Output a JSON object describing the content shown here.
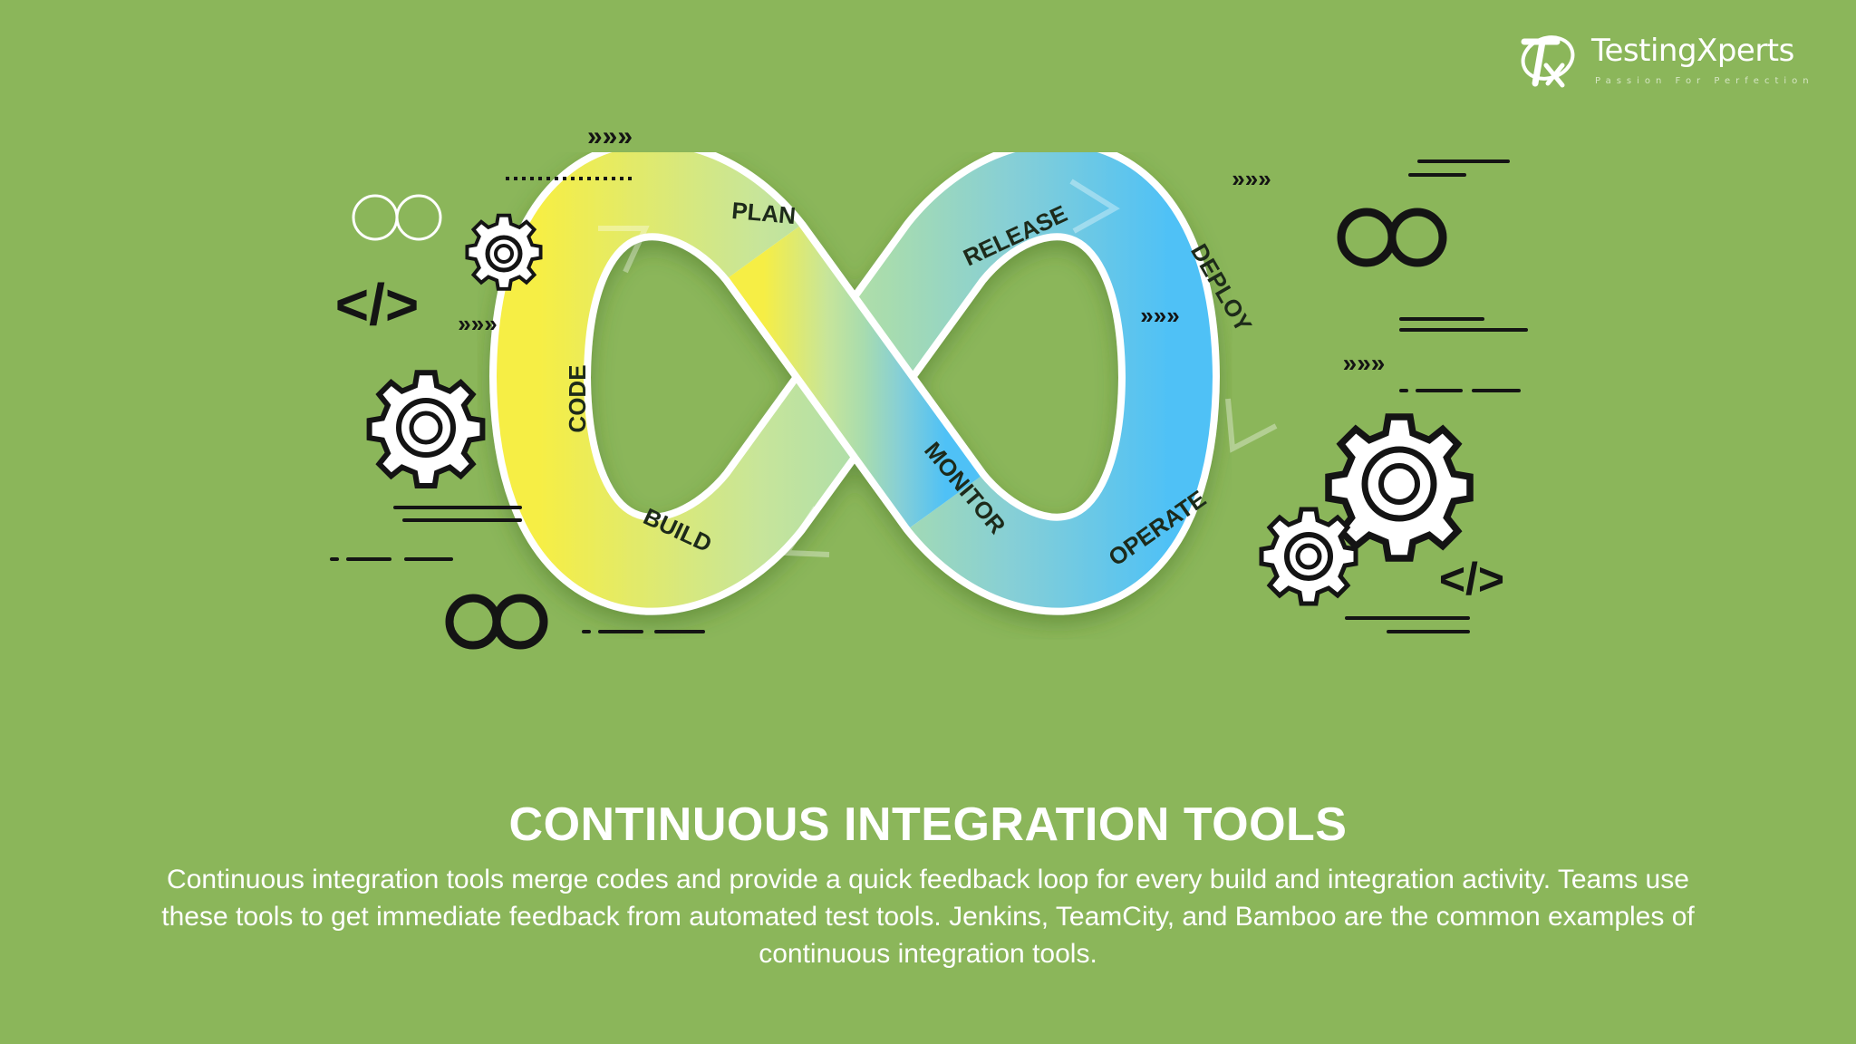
{
  "brand": {
    "name": "TestingXperts",
    "tagline": "Passion For Perfection",
    "monogram": "TX"
  },
  "diagram": {
    "stages": {
      "plan": "PLAN",
      "code": "CODE",
      "build": "BUILD",
      "monitor": "MONITOR",
      "release": "RELEASE",
      "deploy": "DEPLOY",
      "operate": "OPERATE"
    },
    "code_glyph": "</>",
    "chevrons": "»»»",
    "colors": {
      "background": "#8bb65a",
      "yellow": "#f3ec4a",
      "green": "#a9d98c",
      "teal": "#8ed4c8",
      "blue": "#52c2f5"
    },
    "icons": [
      "gear-icon",
      "infinity-icon",
      "code-brackets-icon",
      "chevron-arrows-icon"
    ]
  },
  "content": {
    "title": "CONTINUOUS INTEGRATION TOOLS",
    "description": "Continuous integration tools merge codes and provide a quick feedback loop for every build and integration activity. Teams use these tools to get immediate feedback from automated test tools. Jenkins, TeamCity, and Bamboo are the common examples of continuous integration tools."
  }
}
